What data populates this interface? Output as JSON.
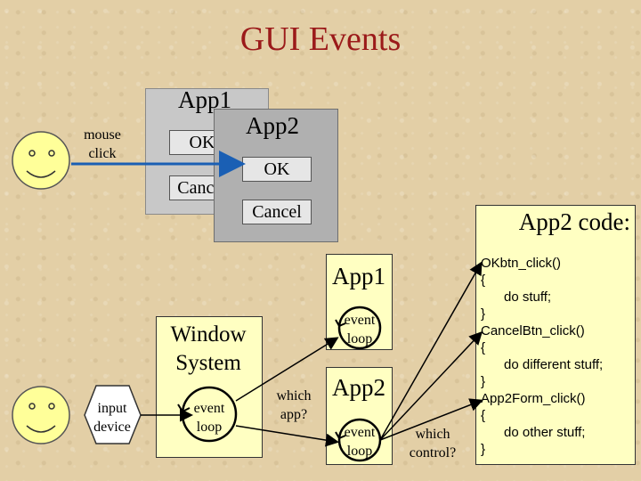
{
  "title": "GUI Events",
  "labels": {
    "mouse_click": "mouse click",
    "input_device": "input device",
    "which_app": "which app?",
    "which_control": "which control?",
    "window_system": "Window System",
    "event_loop": "event loop"
  },
  "windows": {
    "app1_title": "App1",
    "app2_title": "App2",
    "ok": "OK",
    "cancel": "Cancel"
  },
  "lower": {
    "app1": "App1",
    "app2": "App2"
  },
  "code_panel": {
    "title": "App2 code:",
    "lines": [
      "OKbtn_click()",
      "{",
      "do stuff;",
      "}",
      "CancelBtn_click()",
      "{",
      "do different stuff;",
      "}",
      "App2Form_click()",
      "{",
      "do other stuff;",
      "}"
    ]
  },
  "colors": {
    "title": "#9b1a1a",
    "face": "#ffff99",
    "arrow": "#1a5fb4",
    "panel": "#ffffc2"
  }
}
